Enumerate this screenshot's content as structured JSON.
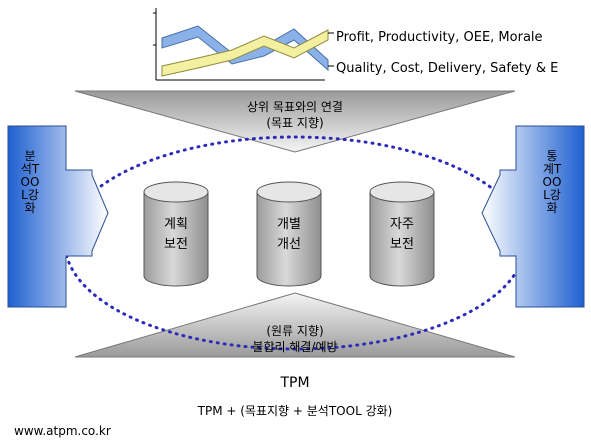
{
  "legend": {
    "line1": "Profit, Productivity, OEE, Morale",
    "line2": "Quality, Cost, Delivery, Safety & E"
  },
  "top_triangle": {
    "line1": "상위 목표와의 연결",
    "line2": "(목표 지향)"
  },
  "bottom_triangle": {
    "line1": "(원류 지향)",
    "line2": "불합리 해결/예방"
  },
  "cylinders": [
    {
      "line1": "계획",
      "line2": "보전"
    },
    {
      "line1": "개별",
      "line2": "개선"
    },
    {
      "line1": "자주",
      "line2": "보전"
    }
  ],
  "left_arrow": {
    "label": "분석TOOL강화"
  },
  "right_arrow": {
    "label": "통계TOOL강화"
  },
  "tpm_label": "TPM",
  "formula": "TPM + (목표지향 + 분석TOOL 강화)",
  "website": "www.atpm.co.kr",
  "colors": {
    "ribbon_blue": "#8ab2e8",
    "ribbon_yellow": "#f3f0a0",
    "arrow_blue": "#3f7fe0",
    "dot_blue": "#2b2bb8",
    "cylinder_gray": "#c6c6c6"
  }
}
